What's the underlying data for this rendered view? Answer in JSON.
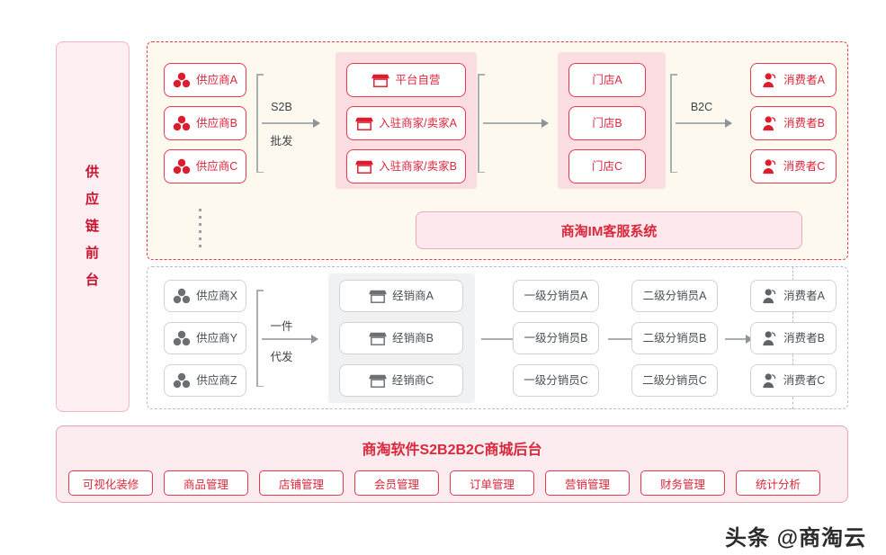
{
  "banner": {
    "label": "供应链前台",
    "chars": [
      "供",
      "应",
      "链",
      "前",
      "台"
    ]
  },
  "top_section": {
    "suppliers": [
      {
        "label": "供应商A",
        "icon": "supplier-cluster-icon"
      },
      {
        "label": "供应商B",
        "icon": "supplier-cluster-icon"
      },
      {
        "label": "供应商C",
        "icon": "supplier-cluster-icon"
      }
    ],
    "connector1": {
      "line1": "S2B",
      "line2": "批发"
    },
    "merchants": [
      {
        "label": "平台自营",
        "icon": "shop-icon"
      },
      {
        "label": "入驻商家/卖家A",
        "icon": "shop-icon"
      },
      {
        "label": "入驻商家/卖家B",
        "icon": "shop-icon"
      }
    ],
    "stores": [
      {
        "label": "门店A"
      },
      {
        "label": "门店B"
      },
      {
        "label": "门店C"
      }
    ],
    "connector2": {
      "line1": "B2C",
      "line2": ""
    },
    "consumers": [
      {
        "label": "消费者A",
        "icon": "consumer-icon"
      },
      {
        "label": "消费者B",
        "icon": "consumer-icon"
      },
      {
        "label": "消费者C",
        "icon": "consumer-icon"
      }
    ]
  },
  "im_bar": {
    "label": "商淘IM客服系统"
  },
  "bottom_section": {
    "suppliers": [
      {
        "label": "供应商X",
        "icon": "supplier-cluster-icon"
      },
      {
        "label": "供应商Y",
        "icon": "supplier-cluster-icon"
      },
      {
        "label": "供应商Z",
        "icon": "supplier-cluster-icon"
      }
    ],
    "connector1": {
      "line1": "一件",
      "line2": "代发"
    },
    "dealers": [
      {
        "label": "经销商A",
        "icon": "shop-icon"
      },
      {
        "label": "经销商B",
        "icon": "shop-icon"
      },
      {
        "label": "经销商C",
        "icon": "shop-icon"
      }
    ],
    "level1": [
      {
        "label": "一级分销员A"
      },
      {
        "label": "一级分销员B"
      },
      {
        "label": "一级分销员C"
      }
    ],
    "level2": [
      {
        "label": "二级分销员A"
      },
      {
        "label": "二级分销员B"
      },
      {
        "label": "二级分销员C"
      }
    ],
    "consumers": [
      {
        "label": "消费者A",
        "icon": "consumer-icon"
      },
      {
        "label": "消费者B",
        "icon": "consumer-icon"
      },
      {
        "label": "消费者C",
        "icon": "consumer-icon"
      }
    ]
  },
  "backend": {
    "title": "商淘软件S2B2B2C商城后台",
    "buttons": [
      {
        "label": "可视化装修"
      },
      {
        "label": "商品管理"
      },
      {
        "label": "店铺管理"
      },
      {
        "label": "会员管理"
      },
      {
        "label": "订单管理"
      },
      {
        "label": "营销管理"
      },
      {
        "label": "财务管理"
      },
      {
        "label": "统计分析"
      }
    ]
  },
  "watermark": {
    "label": "头条 @商淘云"
  },
  "colors": {
    "brand_red": "#d9283c",
    "border_red": "#e8394a",
    "section_bg": "#fdf9ef",
    "panel_pink": "#fbdde2",
    "panel_gray": "#f0f1f2",
    "gray_border": "#cfd3d6",
    "connector_gray": "#a9aeb2"
  }
}
